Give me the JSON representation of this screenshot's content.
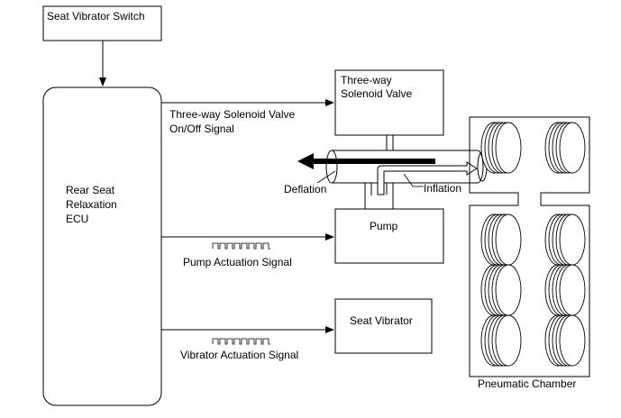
{
  "labels": {
    "switch": "Seat Vibrator Switch",
    "ecu": [
      "Rear Seat",
      "Relaxation",
      "ECU"
    ],
    "valve": [
      "Three-way",
      "Solenoid Valve"
    ],
    "valve_signal": [
      "Three-way Solenoid Valve",
      "On/Off Signal"
    ],
    "deflation": "Deflation",
    "inflation": "Inflation",
    "pump": "Pump",
    "pump_signal": "Pump Actuation Signal",
    "vibrator": "Seat Vibrator",
    "vibrator_signal": "Vibrator Actuation Signal",
    "chamber": "Pneumatic Chamber"
  },
  "pneumatic_chamber_cells": 8
}
